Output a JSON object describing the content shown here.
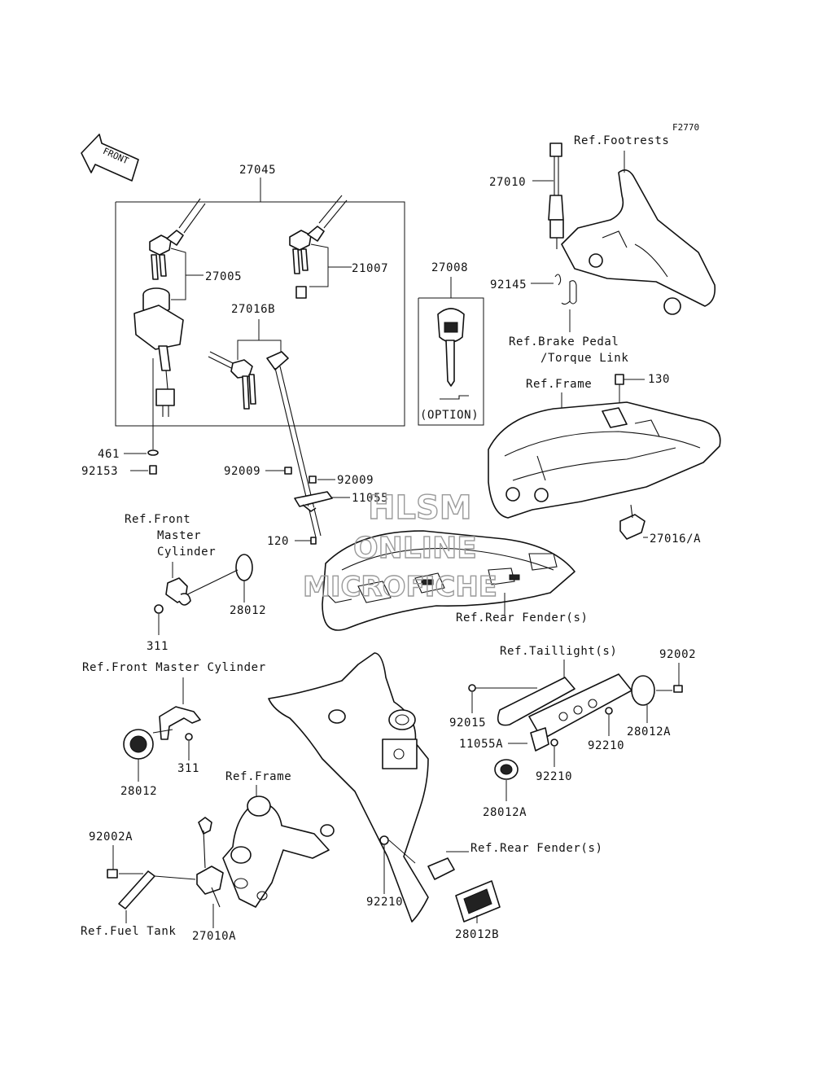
{
  "figure_code": "F2770",
  "front_label": "FRONT",
  "watermark": {
    "line1": "HLSM",
    "line2": "ONLINE",
    "line3": "MICROFICHE"
  },
  "parts": {
    "p27045": "27045",
    "p27005": "27005",
    "p21007": "21007",
    "p27016B": "27016B",
    "p27008": "27008",
    "option": "(OPTION)",
    "p461": "461",
    "p92153": "92153",
    "p92009a": "92009",
    "p92009b": "92009",
    "p11055": "11055",
    "p120": "120",
    "p28012a": "28012",
    "p311a": "311",
    "p28012b": "28012",
    "p311b": "311",
    "p27010": "27010",
    "p92145": "92145",
    "p130": "130",
    "p27016A": "27016/A",
    "p92002": "92002",
    "p92015": "92015",
    "p28012A": "28012A",
    "p11055A": "11055A",
    "p92210a": "92210",
    "p92210b": "92210",
    "p28012A2": "28012A",
    "p92002A": "92002A",
    "p27010A": "27010A",
    "p92210c": "92210",
    "p28012B": "28012B"
  },
  "refs": {
    "footrests": "Ref.Footrests",
    "brake_pedal_1": "Ref.Brake Pedal",
    "brake_pedal_2": "/Torque Link",
    "frame_top": "Ref.Frame",
    "front_master_1": "Ref.Front",
    "front_master_2": "Master",
    "front_master_3": "Cylinder",
    "rear_fender_1": "Ref.Rear Fender(s)",
    "front_master_full": "Ref.Front Master Cylinder",
    "taillight": "Ref.Taillight(s)",
    "frame_bottom": "Ref.Frame",
    "rear_fender_2": "Ref.Rear Fender(s)",
    "fuel_tank": "Ref.Fuel Tank"
  }
}
